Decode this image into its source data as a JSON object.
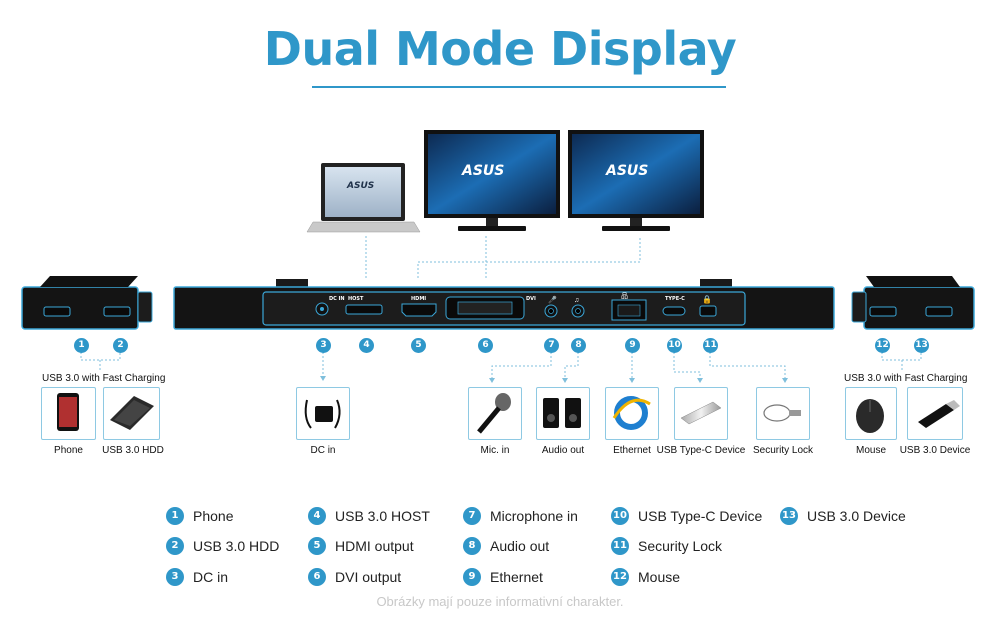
{
  "title": "Dual Mode Display",
  "port_labels": {
    "dc": "DC IN",
    "host": "HOST",
    "hdmi": "HDMI",
    "dvi": "DVI",
    "typec": "TYPE-C"
  },
  "brand": "ASUS",
  "callout_numbers": [
    "1",
    "2",
    "3",
    "4",
    "5",
    "6",
    "7",
    "8",
    "9",
    "10",
    "11",
    "12",
    "13"
  ],
  "groups": {
    "left": "USB 3.0 with Fast Charging",
    "right": "USB 3.0 with Fast Charging"
  },
  "devices": [
    {
      "id": "phone",
      "caption": "Phone"
    },
    {
      "id": "hdd",
      "caption": "USB 3.0 HDD"
    },
    {
      "id": "dc",
      "caption": "DC in"
    },
    {
      "id": "mic",
      "caption": "Mic. in"
    },
    {
      "id": "audio",
      "caption": "Audio out"
    },
    {
      "id": "ethernet",
      "caption": "Ethernet"
    },
    {
      "id": "typec",
      "caption": "USB Type-C Device"
    },
    {
      "id": "lock",
      "caption": "Security Lock"
    },
    {
      "id": "mouse",
      "caption": "Mouse"
    },
    {
      "id": "usbdev",
      "caption": "USB 3.0 Device"
    }
  ],
  "legend": [
    {
      "num": "1",
      "text": "Phone"
    },
    {
      "num": "2",
      "text": "USB 3.0 HDD"
    },
    {
      "num": "3",
      "text": "DC in"
    },
    {
      "num": "4",
      "text": "USB 3.0 HOST"
    },
    {
      "num": "5",
      "text": "HDMI output"
    },
    {
      "num": "6",
      "text": "DVI output"
    },
    {
      "num": "7",
      "text": "Microphone in"
    },
    {
      "num": "8",
      "text": "Audio out"
    },
    {
      "num": "9",
      "text": "Ethernet"
    },
    {
      "num": "10",
      "text": "USB Type-C Device"
    },
    {
      "num": "11",
      "text": "Security Lock"
    },
    {
      "num": "12",
      "text": "Mouse"
    },
    {
      "num": "13",
      "text": "USB 3.0 Device"
    }
  ],
  "footnote": "Obrázky mají pouze informativní charakter.",
  "colors": {
    "accent": "#2f97c9",
    "dock": "#141414",
    "outline": "#3ba7d8"
  }
}
